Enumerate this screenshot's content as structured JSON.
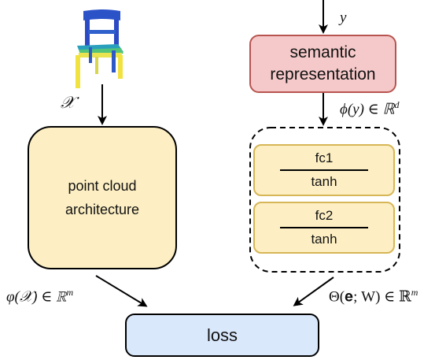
{
  "labels": {
    "input_set": "𝒳",
    "y": "y",
    "phi": "ϕ(y) ∈ ℝ",
    "phi_sup": "d",
    "varphi": "φ(𝒳) ∈ ℝ",
    "varphi_sup": "m",
    "theta": "Θ(𝐞; W) ∈ ℝ",
    "theta_sup": "m"
  },
  "boxes": {
    "point_cloud": [
      "point cloud",
      "architecture"
    ],
    "semantic": [
      "semantic",
      "representation"
    ],
    "fc1": {
      "top": "fc1",
      "bottom": "tanh"
    },
    "fc2": {
      "top": "fc2",
      "bottom": "tanh"
    },
    "loss": "loss"
  },
  "colors": {
    "point_cloud_fill": "#fdefc3",
    "point_cloud_stroke": "#000000",
    "semantic_fill": "#f5c9c9",
    "semantic_stroke": "#b85450",
    "fc_fill": "#fdefc3",
    "fc_stroke": "#d6b656",
    "loss_fill": "#dae8fc",
    "loss_stroke": "#000000",
    "chair_back": "#2c4fc4",
    "chair_seat": "#f0e84a"
  },
  "icons": {
    "chair": "chair-point-cloud-icon"
  }
}
